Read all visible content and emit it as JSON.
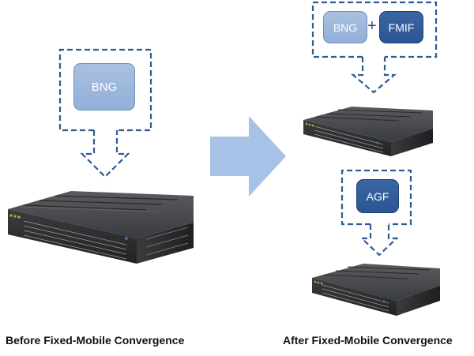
{
  "left": {
    "function_label": "BNG",
    "caption": "Before Fixed-Mobile Convergence"
  },
  "right": {
    "top_functions": [
      "BNG",
      "FMIF"
    ],
    "plus": "+",
    "bottom_function": "AGF",
    "caption": "After Fixed-Mobile Convergence"
  },
  "colors": {
    "dashed_outline": "#2e5b8e",
    "light_box": "#9ab4dc",
    "dark_box": "#2f5b99",
    "transition_arrow": "#a7c2e6",
    "device_body": "#2f2f31"
  },
  "icons": [
    "dashed-down-arrow-icon",
    "transition-arrow-icon",
    "network-switch-icon"
  ]
}
